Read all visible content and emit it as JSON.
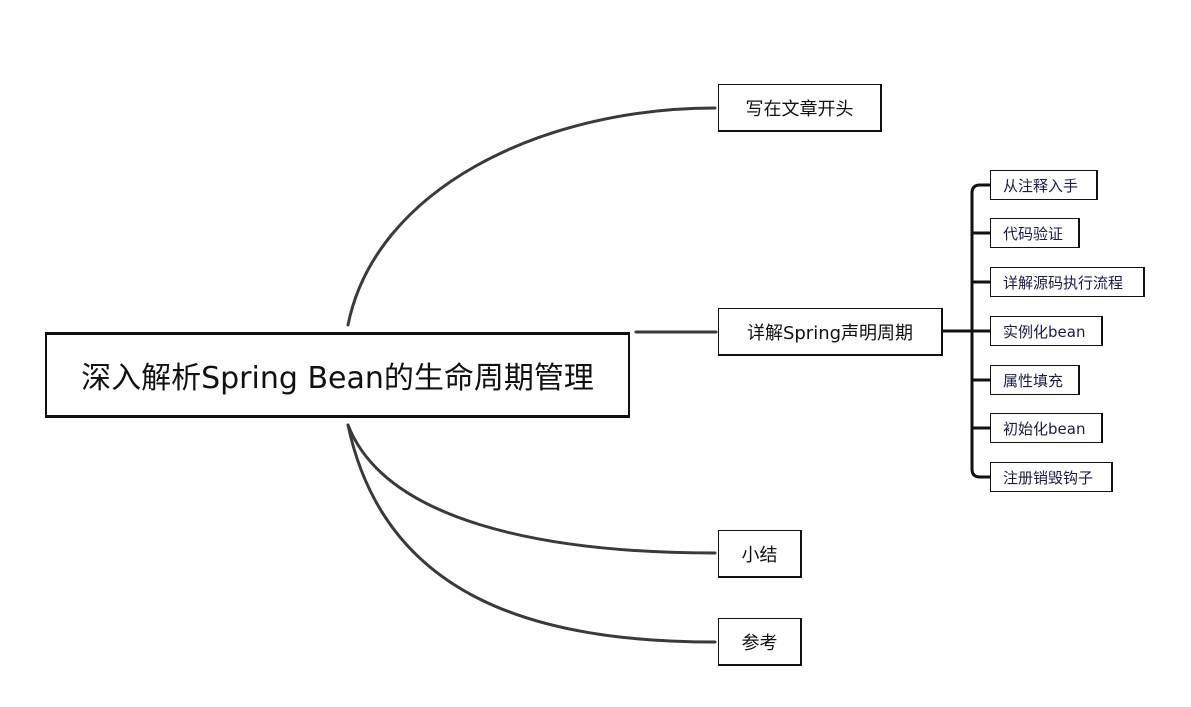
{
  "root": {
    "label": "深入解析Spring Bean的生命周期管理"
  },
  "branches": [
    {
      "label": "写在文章开头"
    },
    {
      "label": "详解Spring声明周期"
    },
    {
      "label": "小结"
    },
    {
      "label": "参考"
    }
  ],
  "subtopics": [
    {
      "label": "从注释入手"
    },
    {
      "label": "代码验证"
    },
    {
      "label": "详解源码执行流程"
    },
    {
      "label": "实例化bean"
    },
    {
      "label": "属性填充"
    },
    {
      "label": "初始化bean"
    },
    {
      "label": "注册销毁钩子"
    }
  ]
}
